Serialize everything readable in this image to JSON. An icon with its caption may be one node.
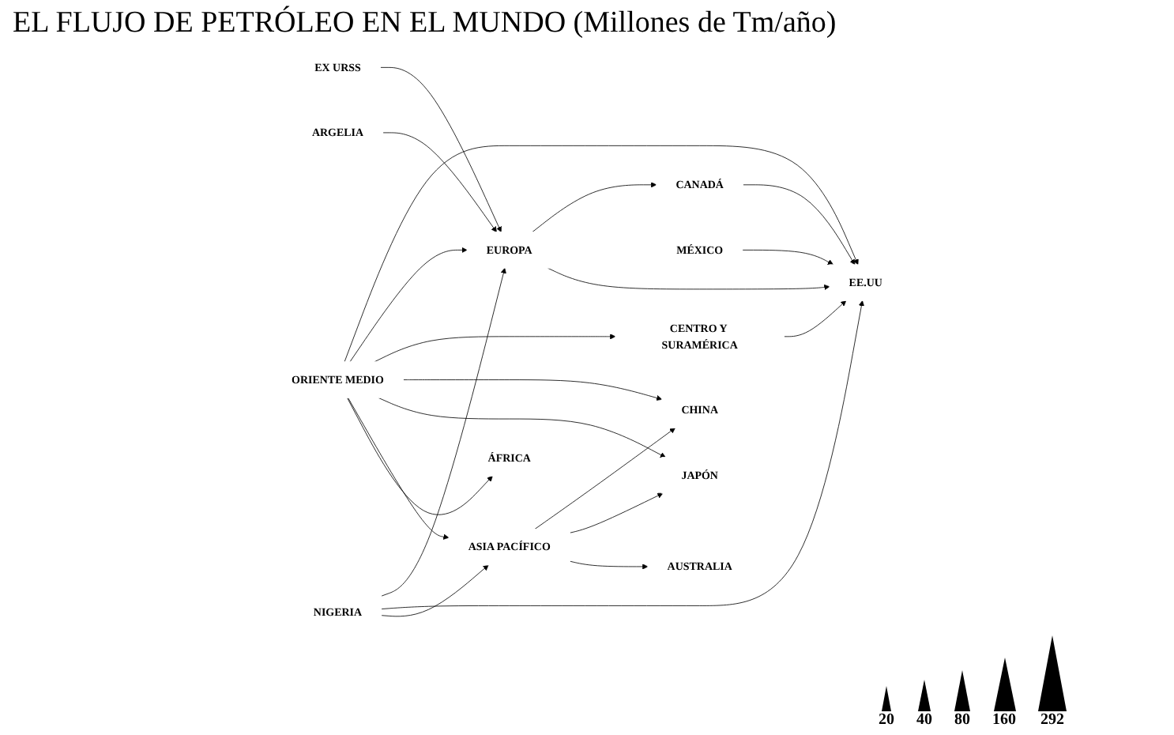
{
  "diagram": {
    "title": "EL FLUJO DE PETRÓLEO EN EL MUNDO (Millones de Tm/año)",
    "nodes": [
      {
        "text": [
          "CANADÁ"
        ]
      },
      {
        "text": [
          "EX URSS"
        ]
      },
      {
        "text": [
          "EUROPA"
        ]
      },
      {
        "text": [
          "CHINA"
        ]
      },
      {
        "text": [
          "EE.UU"
        ]
      },
      {
        "text": [
          "ARGELIA"
        ]
      },
      {
        "text": [
          "ORIENTE MEDIO"
        ]
      },
      {
        "text": [
          "JAPÓN"
        ]
      },
      {
        "text": [
          "MÉXICO"
        ]
      },
      {
        "text": [
          "NIGERIA"
        ]
      },
      {
        "text": [
          "ASIA PACÍFICO"
        ]
      },
      {
        "text": [
          "ÁFRICA"
        ]
      },
      {
        "text": [
          "CENTRO Y SURAMÉRICA"
        ]
      },
      {
        "text": [
          "AUSTRALIA"
        ]
      }
    ],
    "edges": [
      {
        "from": 2,
        "to": 0,
        "arrow": "to"
      },
      {
        "from": 0,
        "to": 4,
        "arrow": "to"
      },
      {
        "from": 1,
        "to": 2,
        "arrow": "to"
      },
      {
        "from": 2,
        "to": 4,
        "arrow": "to"
      },
      {
        "from": 6,
        "to": 4,
        "arrow": "to"
      },
      {
        "from": 5,
        "to": 2,
        "arrow": "to"
      },
      {
        "from": 9,
        "to": 2,
        "arrow": "to"
      },
      {
        "from": 6,
        "to": 2,
        "arrow": "to"
      },
      {
        "from": 8,
        "to": 4,
        "arrow": "to"
      },
      {
        "from": 9,
        "to": 4,
        "arrow": "to"
      },
      {
        "from": 12,
        "to": 4,
        "arrow": "to"
      },
      {
        "from": 6,
        "to": 12,
        "arrow": "to"
      },
      {
        "from": 6,
        "to": 3,
        "arrow": "to"
      },
      {
        "from": 6,
        "to": 7,
        "arrow": "to"
      },
      {
        "from": 6,
        "to": 10,
        "arrow": "to"
      },
      {
        "from": 6,
        "to": 11,
        "arrow": "to"
      },
      {
        "from": 9,
        "to": 10,
        "arrow": "to"
      },
      {
        "from": 10,
        "to": 3,
        "arrow": "to"
      },
      {
        "from": 10,
        "to": 7,
        "arrow": "to"
      },
      {
        "from": 10,
        "to": 13,
        "arrow": "to"
      }
    ],
    "legend": [
      {
        "text": "20"
      },
      {
        "text": "40"
      },
      {
        "text": "80"
      },
      {
        "text": "160"
      },
      {
        "text": "292"
      }
    ]
  }
}
